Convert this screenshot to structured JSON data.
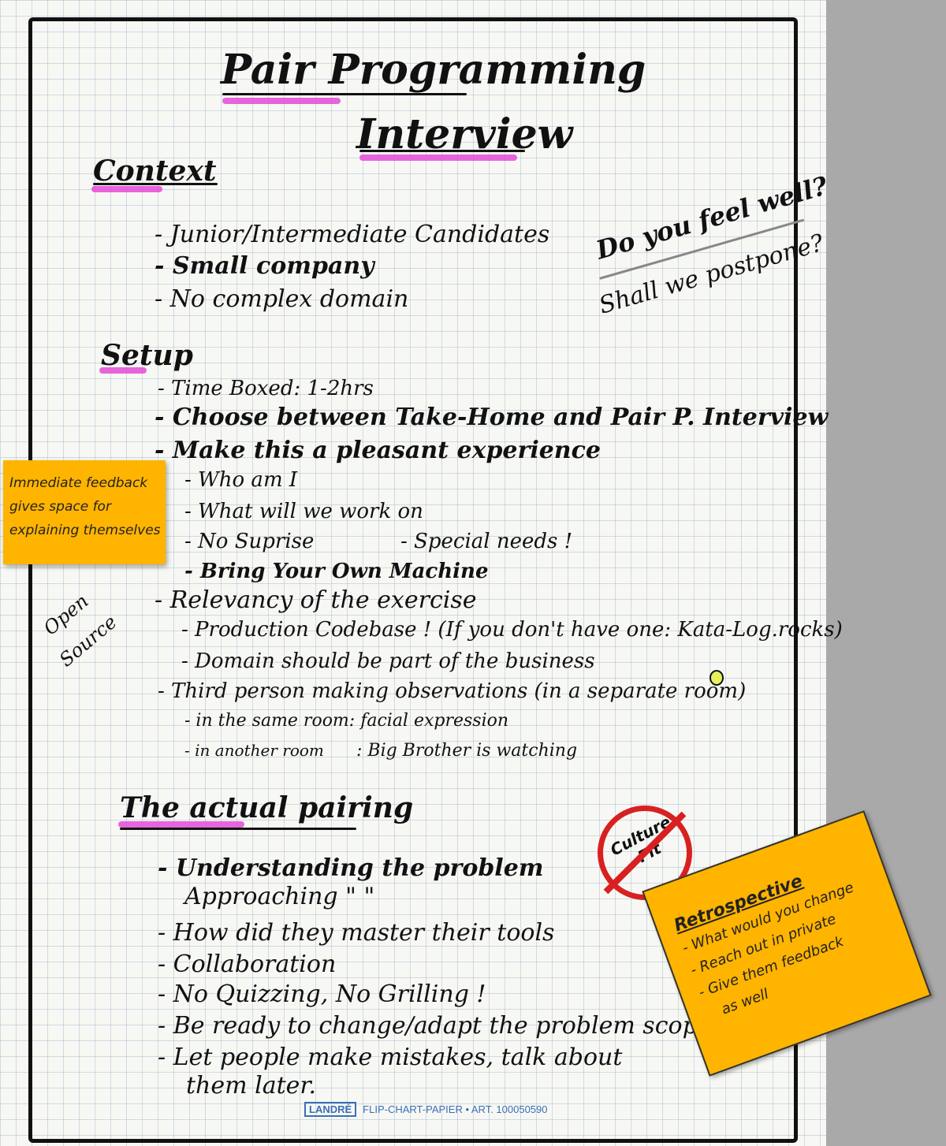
{
  "title": {
    "line1": "Pair Programming",
    "line2": "Interview"
  },
  "context": {
    "heading": "Context",
    "items": [
      "- Junior/Intermediate Candidates",
      "- Small company",
      "- No complex domain"
    ]
  },
  "side_note": {
    "line1": "Do you feel well?",
    "line2": "Shall we postpone?"
  },
  "setup": {
    "heading": "Setup",
    "items": [
      "- Time Boxed: 1-2hrs",
      "- Choose between Take-Home and Pair P. Interview",
      "- Make this a pleasant experience",
      "- Who am I",
      "- What will we work on",
      "- No Suprise",
      "- Special needs !",
      "- Bring Your Own Machine",
      "- Relevancy of the exercise",
      "- Production Codebase ! (If you don't have one: Kata-Log.rocks)",
      "- Domain should be part of the business",
      "- Third person making observations (in a separate room)",
      "- in the same room: facial expression",
      "- in another room",
      ": Big Brother is watching"
    ]
  },
  "sticky_left": {
    "lines": [
      "Immediate feedback",
      "gives space for",
      "explaining themselves"
    ]
  },
  "open_source": {
    "line1": "Open",
    "line2": "Source"
  },
  "pairing": {
    "heading": "The actual pairing",
    "items": [
      "- Understanding the problem",
      "Approaching \"    \"",
      "- How did they master their tools",
      "- Collaboration",
      "- No Quizzing, No Grilling !",
      "- Be ready to change/adapt the problem scope",
      "- Let people make mistakes, talk about",
      "them later."
    ]
  },
  "no_sign": {
    "text": "Culture Fit"
  },
  "sticky_right": {
    "lines": [
      "Retrospective",
      "- What would you change",
      "- Reach out in private",
      "- Give them feedback",
      "as well"
    ]
  },
  "footer": {
    "brand": "LANDRÉ",
    "text": "FLIP-CHART-PAPIER • ART. 100050590"
  },
  "colors": {
    "highlight": "#e44bd6",
    "sticky": "#ffb400",
    "sign": "#d92020"
  }
}
